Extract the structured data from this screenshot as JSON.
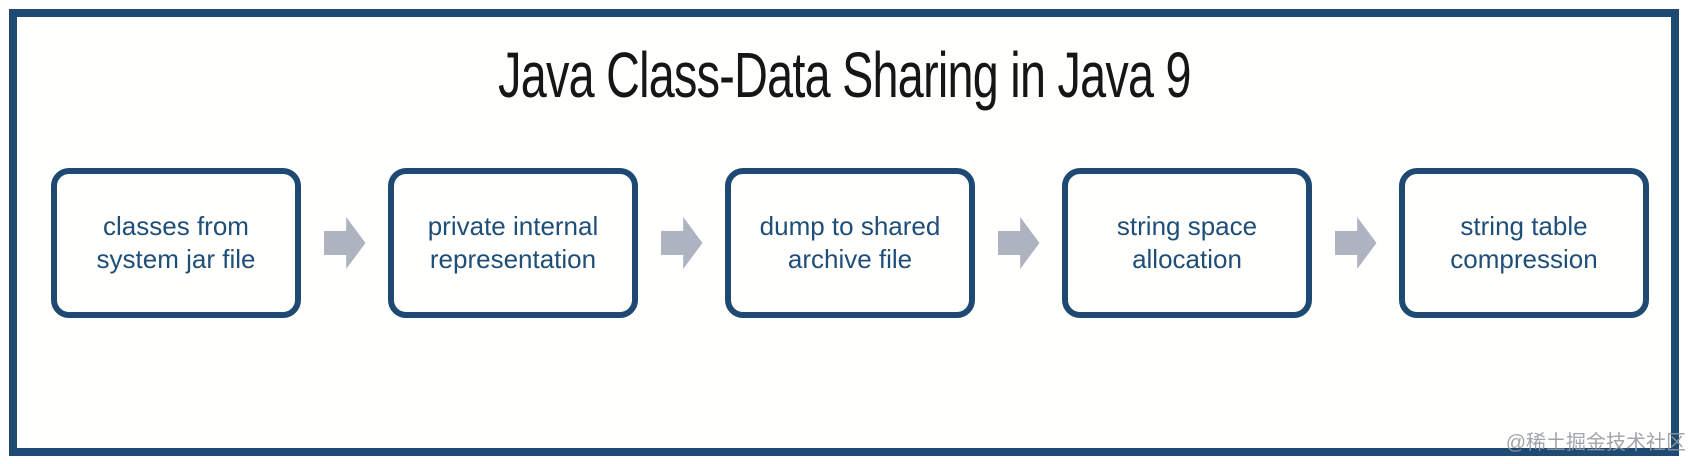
{
  "diagram": {
    "title": "Java Class-Data Sharing in Java 9",
    "steps": [
      {
        "line1": "classes from",
        "line2": "system jar file"
      },
      {
        "line1": "private internal",
        "line2": "representation"
      },
      {
        "line1": "dump to shared",
        "line2": "archive file"
      },
      {
        "line1": "string space",
        "line2": "allocation"
      },
      {
        "line1": "string table",
        "line2": "compression"
      }
    ],
    "watermark": "@稀土掘金技术社区",
    "colors": {
      "frame_navy": "#1f4a74",
      "box_border_navy": "#1e4973",
      "box_text_navy": "#1f4e79",
      "arrow_gray": "#aeb3c0",
      "title_black": "#161616",
      "watermark_gray": "#94979e"
    }
  }
}
